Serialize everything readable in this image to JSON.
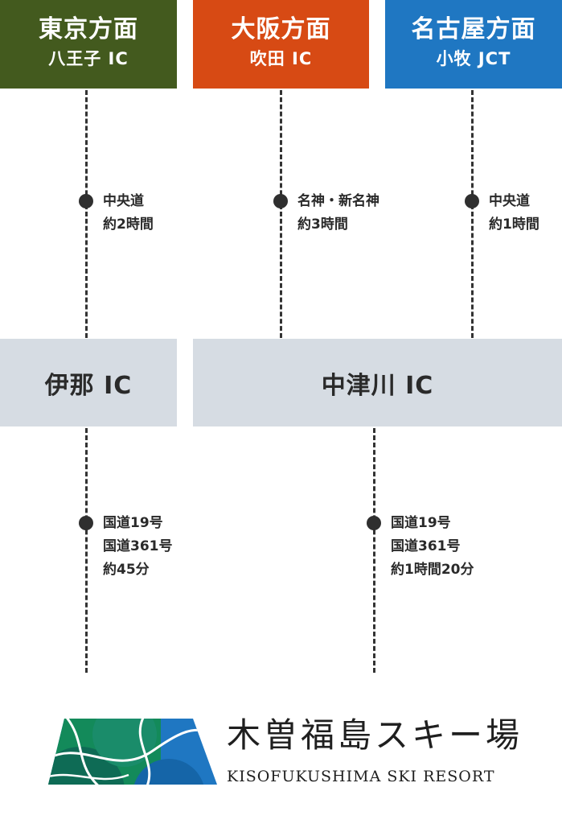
{
  "origins": [
    {
      "city": "東京方面",
      "ic": "八王子 IC",
      "color": "#435a1e"
    },
    {
      "city": "大阪方面",
      "ic": "吹田 IC",
      "color": "#d74a14"
    },
    {
      "city": "名古屋方面",
      "ic": "小牧 JCT",
      "color": "#1f77c2"
    }
  ],
  "upper_routes": [
    {
      "road": "中央道",
      "time": "約2時間"
    },
    {
      "road": "名神・新名神",
      "time": "約3時間"
    },
    {
      "road": "中央道",
      "time": "約1時間"
    }
  ],
  "junctions": [
    {
      "label": "伊那 IC"
    },
    {
      "label": "中津川 IC"
    }
  ],
  "lower_routes": [
    {
      "road1": "国道19号",
      "road2": "国道361号",
      "time": "約45分"
    },
    {
      "road1": "国道19号",
      "road2": "国道361号",
      "time": "約1時間20分"
    }
  ],
  "logo": {
    "title": "木曽福島スキー場",
    "subtitle": "KISOFUKUSHIMA SKI RESORT",
    "colors": [
      "#1a7a4f",
      "#1f77c2",
      "#0e5f52"
    ]
  }
}
